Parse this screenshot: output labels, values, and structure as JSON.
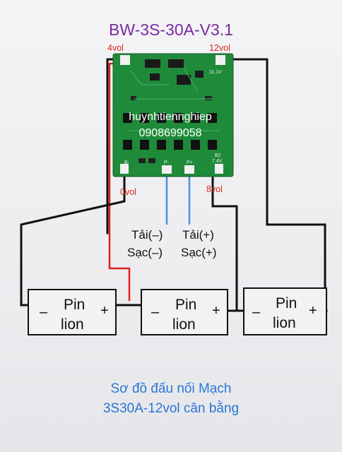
{
  "title": "BW-3S-30A-V3.1",
  "voltages": {
    "v4": "4vol",
    "v12": "12vol",
    "v0": "0vol",
    "v8": "8vol"
  },
  "load_charge_labels": {
    "load_minus": "Tải(–)",
    "load_plus": "Tải(+)",
    "charge_minus": "Sạc(–)",
    "charge_plus": "Sạc(+)"
  },
  "batteries": [
    {
      "label_line1": "Pin",
      "label_line2": "lion",
      "minus": "–",
      "plus": "+"
    },
    {
      "label_line1": "Pin",
      "label_line2": "lion",
      "minus": "–",
      "plus": "+"
    },
    {
      "label_line1": "Pin",
      "label_line2": "lion",
      "minus": "–",
      "plus": "+"
    }
  ],
  "watermark": {
    "line1": "huynhtiennghiep",
    "line2": "0908699058"
  },
  "pcb_silkscreen": {
    "b_minus": "B-",
    "p_minus": "P-",
    "p_plus": "P+",
    "b2": "B2",
    "b2_volt": "7.4V",
    "b1_volt": "11.1V"
  },
  "caption": {
    "line1": "Sơ đồ đấu nối Mạch",
    "line2": "3S30A-12vol cân bằng"
  },
  "colors": {
    "title": "#7a2aa0",
    "voltage_labels": "#d8281d",
    "caption": "#2a76d6",
    "pcb": "#1f8a3a",
    "wire_black": "#111111",
    "wire_red": "#e02020",
    "wire_blue": "#4a90e2"
  }
}
